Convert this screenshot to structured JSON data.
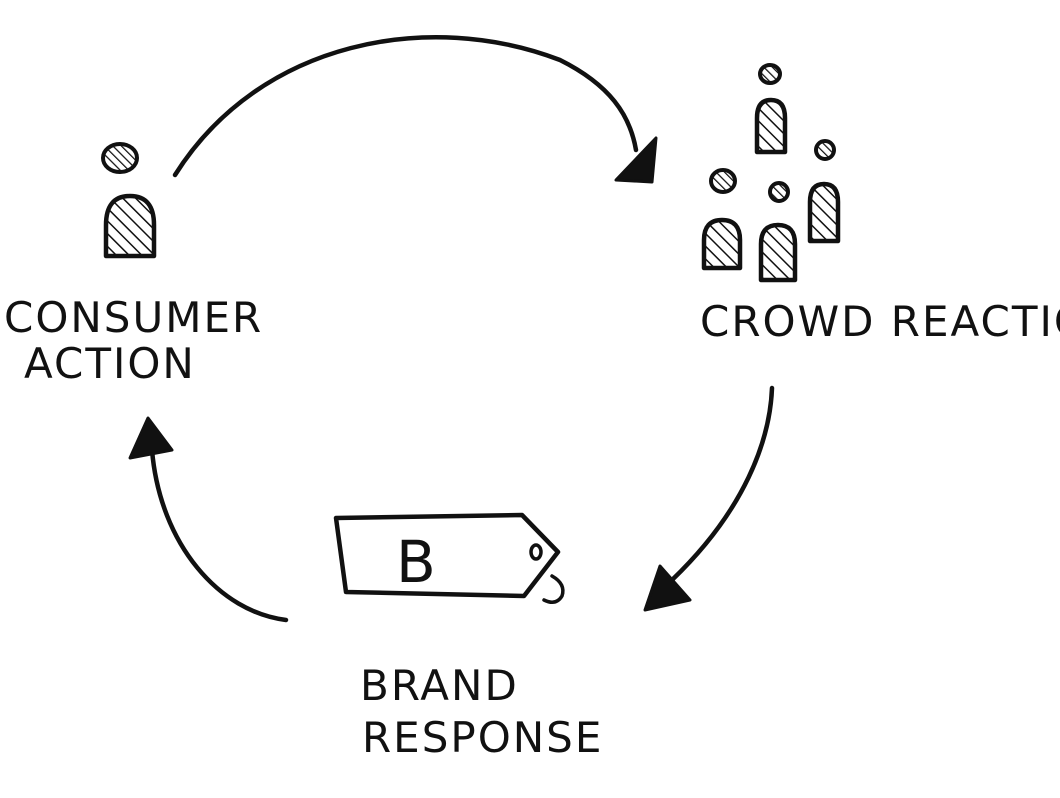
{
  "nodes": {
    "consumer_action": {
      "line1": "CONSUMER",
      "line2": "ACTION"
    },
    "crowd_reaction": {
      "label": "CROWD REACTION"
    },
    "brand_response": {
      "line1": "BRAND",
      "line2": "RESPONSE",
      "tag_letter": "B"
    }
  },
  "colors": {
    "ink": "#111111",
    "paper": "#ffffff"
  }
}
